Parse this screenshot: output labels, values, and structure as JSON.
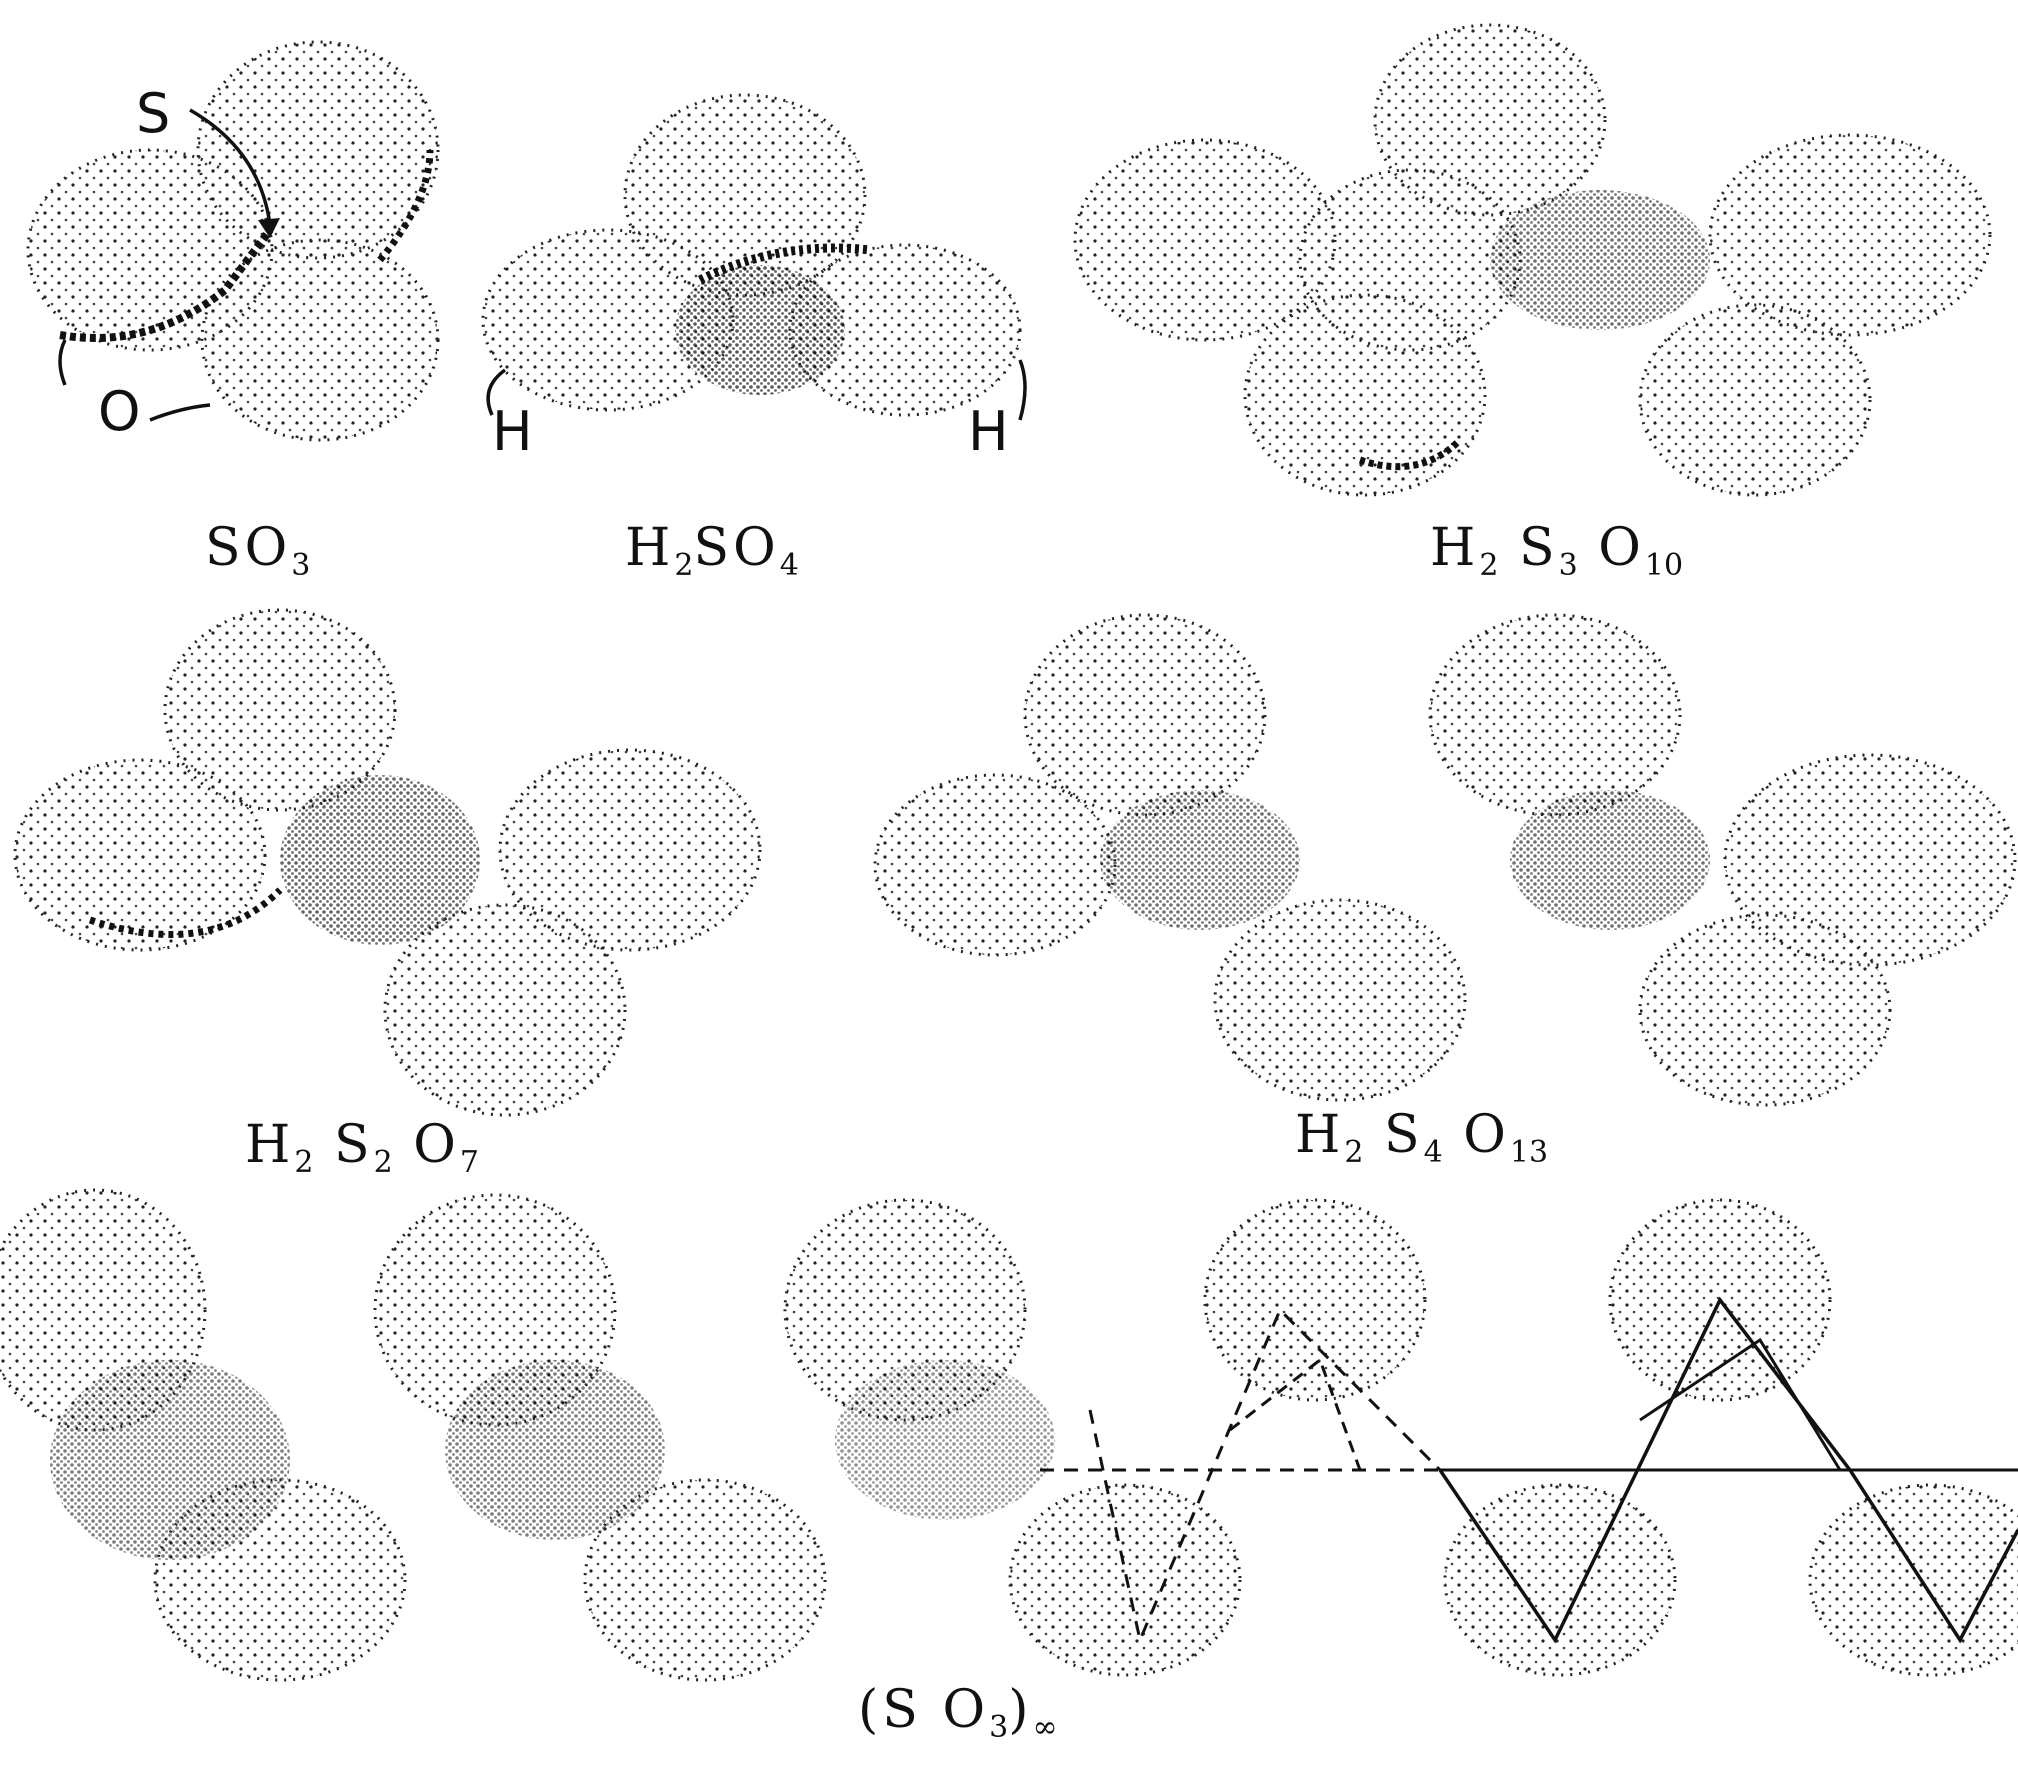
{
  "atom_tags": {
    "sulfur": "S",
    "oxygen": "O",
    "hydrogen": "H"
  },
  "formulas": {
    "so3": {
      "parts": [
        "S",
        "O",
        "3"
      ]
    },
    "h2so4": {
      "parts": [
        "H",
        "2",
        "S",
        "O",
        "4"
      ]
    },
    "h2s3o10": {
      "parts": [
        "H",
        "2",
        "S",
        "3",
        "O",
        "10"
      ]
    },
    "h2s2o7": {
      "parts": [
        "H",
        "2",
        "S",
        "2",
        "O",
        "7"
      ]
    },
    "h2s4o13": {
      "parts": [
        "H",
        "2",
        "S",
        "4",
        "O",
        "13"
      ]
    },
    "so3_polymer": {
      "open": "(",
      "body": "S O",
      "sub": "3",
      "close": ")",
      "subscript_inf": "∞"
    }
  },
  "colors": {
    "ink": "#111111",
    "background": "#ffffff"
  }
}
